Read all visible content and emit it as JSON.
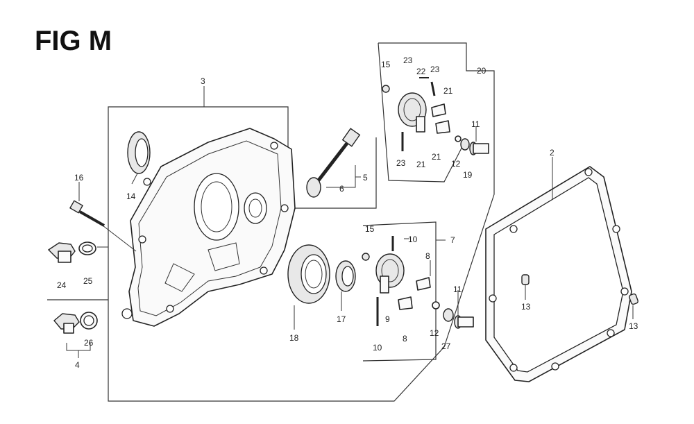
{
  "figure": {
    "title": "FIG M"
  },
  "callouts": {
    "c1": "3",
    "c2": "14",
    "c3": "16",
    "c4": "24",
    "c5": "25",
    "c6": "26",
    "c7": "4",
    "c8": "5",
    "c9": "6",
    "c10": "18",
    "c11": "17",
    "c12": "15",
    "c13": "10",
    "c14": "7",
    "c15": "8",
    "c16": "9",
    "c17": "10",
    "c18": "8",
    "c19": "11",
    "c20": "12",
    "c21": "27",
    "c22": "15",
    "c23": "23",
    "c24": "22",
    "c25": "23",
    "c26": "20",
    "c27": "21",
    "c28": "11",
    "c29": "23",
    "c30": "21",
    "c31": "21",
    "c32": "12",
    "c33": "19",
    "c34": "2",
    "c35": "13",
    "c36": "13"
  }
}
